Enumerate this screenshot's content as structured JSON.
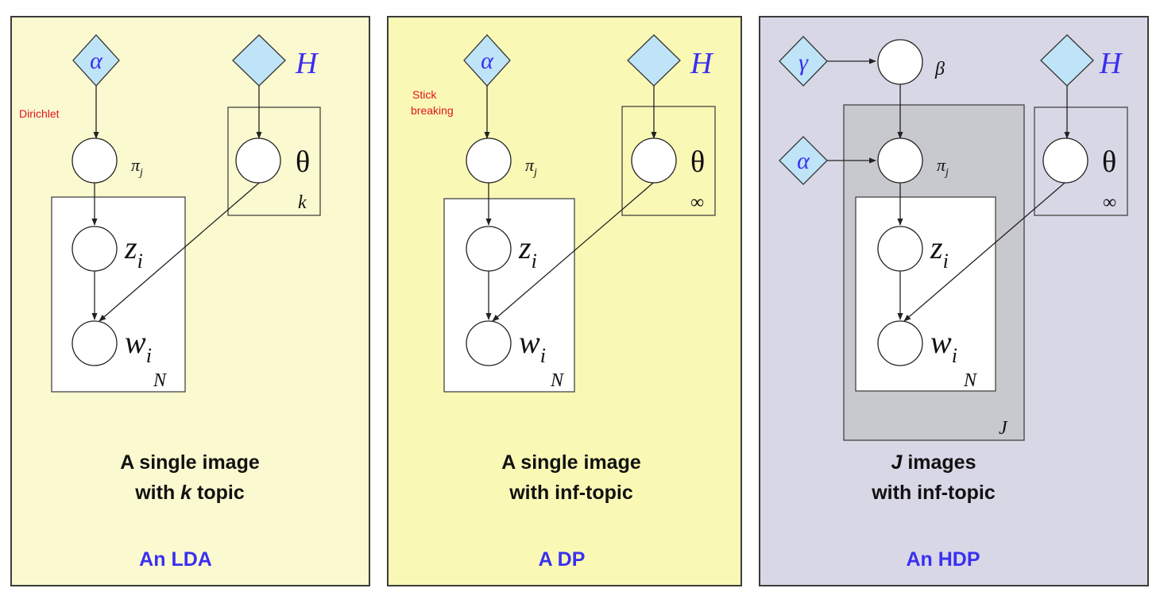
{
  "panels": {
    "lda": {
      "title": "An LDA",
      "caption_line1": "A single image",
      "caption_line2_pre": "with ",
      "caption_line2_em": "k",
      "caption_line2_post": " topic",
      "prior_note": "Dirichlet",
      "plate_topics": "k",
      "plate_words": "N"
    },
    "dp": {
      "title": "A DP",
      "caption_line1": "A single image",
      "caption_line2": "with inf-topic",
      "prior_note_line1": "Stick",
      "prior_note_line2": "breaking",
      "plate_topics": "∞",
      "plate_words": "N"
    },
    "hdp": {
      "title": "An HDP",
      "caption_line1_em": "J",
      "caption_line1_post": " images",
      "caption_line2": "with inf-topic",
      "plate_topics": "∞",
      "plate_words": "N",
      "plate_images": "J"
    }
  },
  "symbols": {
    "alpha": "α",
    "gamma": "γ",
    "H": "H",
    "beta": "β",
    "pi": "π",
    "pi_sub": "j",
    "theta": "θ",
    "z": "z",
    "w": "w",
    "sub_i": "i"
  },
  "colors": {
    "lda_background": "#fbf9cf",
    "dp_background": "#faf8b5",
    "hdp_background": "#d8d7e6",
    "hyperparameter_fill": "#bfe4f7",
    "title_color": "#3a2ff0",
    "note_color": "#e0141e"
  }
}
